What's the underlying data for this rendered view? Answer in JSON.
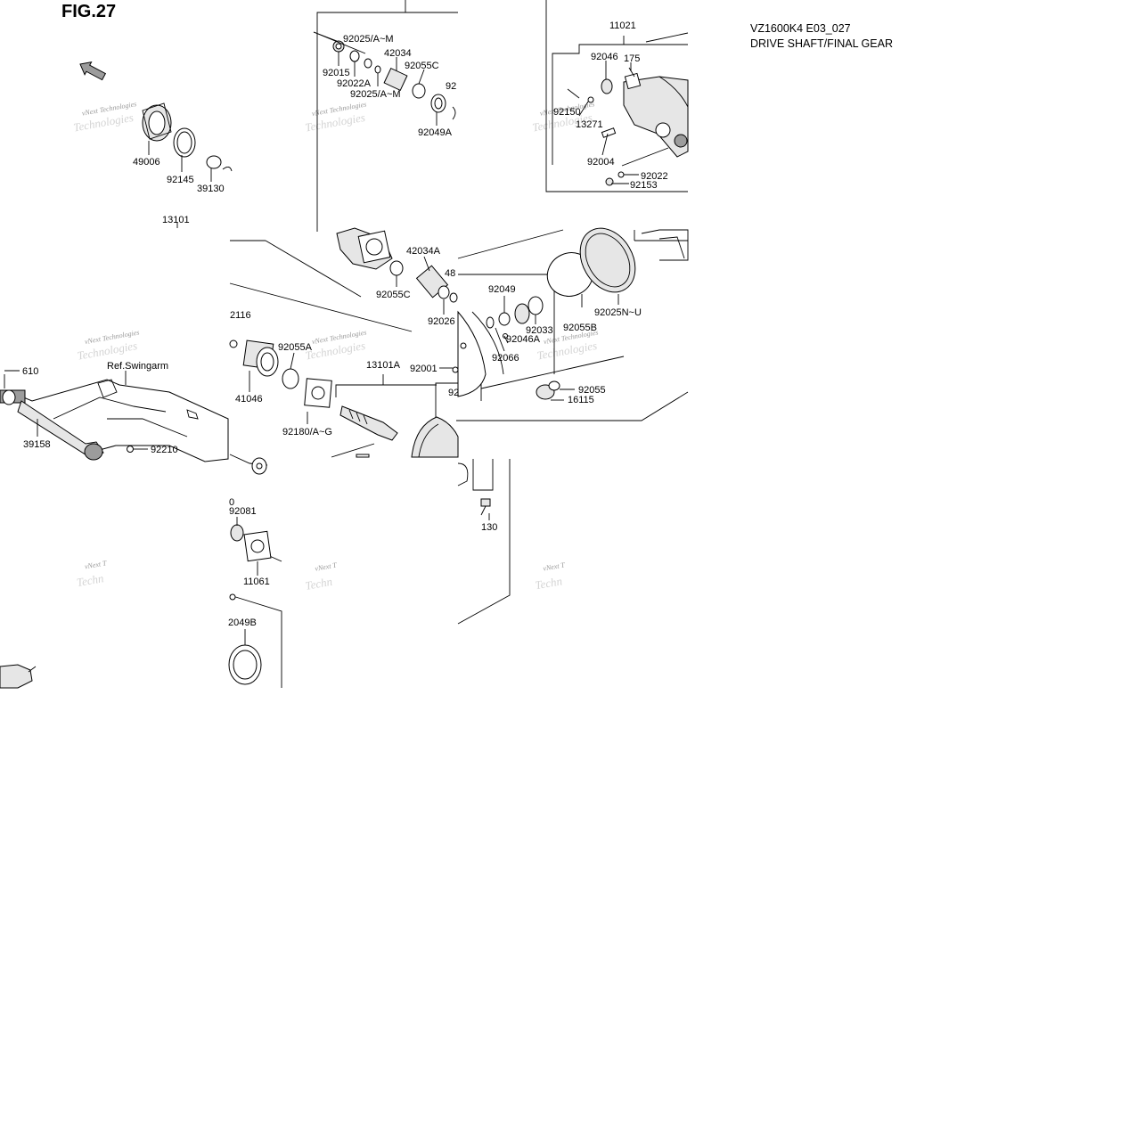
{
  "header": {
    "figure": "FIG.27",
    "model_code": "VZ1600K4 E03_027",
    "section_title": "DRIVE SHAFT/FINAL GEAR"
  },
  "watermark": {
    "line1": "vNext Technologies",
    "line2": "Technologies"
  },
  "labels": {
    "p49006": "49006",
    "p92145": "92145",
    "p39130": "39130",
    "p13101": "13101",
    "p92025AM_top": "92025/A~M",
    "p92015": "92015",
    "p42034": "42034",
    "p92022A": "92022A",
    "p92055C_top": "92055C",
    "p92025AM_mid": "92025/A~M",
    "p92_cut": "92",
    "p92049A": "92049A",
    "p11021": "11021",
    "p92046": "92046",
    "p175": "175",
    "p92150": "92150",
    "p13271": "13271",
    "p92004": "92004",
    "p92022": "92022",
    "p92153": "92153",
    "p42034A": "42034A",
    "p48_cut": "48",
    "p92055C_mid": "92055C",
    "p92026": "92026",
    "p92049": "92049",
    "p92033": "92033",
    "p92046A": "92046A",
    "p92055B": "92055B",
    "p92025NU": "92025N~U",
    "p92066": "92066",
    "p2116_cut": "2116",
    "p92055A": "92055A",
    "p610_cut": "610",
    "p_ref_swingarm": "Ref.Swingarm",
    "p41046": "41046",
    "p13101A": "13101A",
    "p92001": "92001",
    "p92_cut2": "92",
    "p92055": "92055",
    "p16115": "16115",
    "p39158": "39158",
    "p92210": "92210",
    "p92180AG": "92180/A~G",
    "p0_cut": "0",
    "p92081": "92081",
    "p11061": "11061",
    "p130_cut": "130",
    "p2049B_cut": "2049B"
  }
}
